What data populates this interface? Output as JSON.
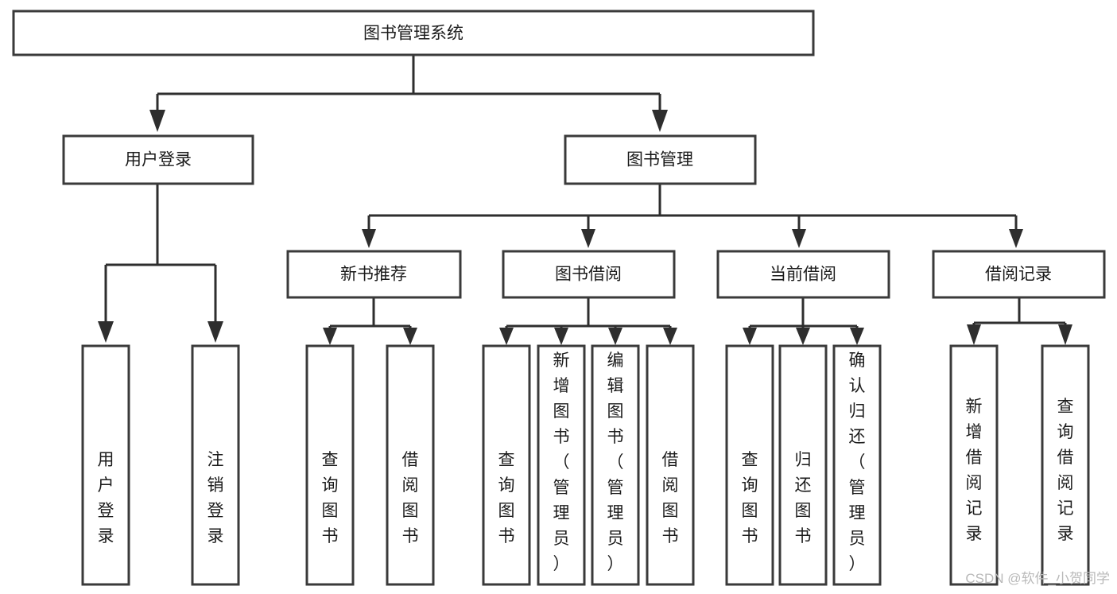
{
  "diagram": {
    "title": "图书管理系统",
    "type": "tree-hierarchy",
    "orientation": "top-down",
    "root": {
      "label": "图书管理系统",
      "orientation": "horizontal"
    },
    "level2": [
      {
        "label": "用户登录",
        "orientation": "horizontal"
      },
      {
        "label": "图书管理",
        "orientation": "horizontal"
      }
    ],
    "level3": [
      {
        "label": "新书推荐",
        "orientation": "horizontal"
      },
      {
        "label": "图书借阅",
        "orientation": "horizontal"
      },
      {
        "label": "当前借阅",
        "orientation": "horizontal"
      },
      {
        "label": "借阅记录",
        "orientation": "horizontal"
      }
    ],
    "leaves": {
      "user_login": [
        {
          "label": "用户登录",
          "orientation": "vertical"
        },
        {
          "label": "注销登录",
          "orientation": "vertical"
        }
      ],
      "new_book_recommend": [
        {
          "label": "查询图书",
          "orientation": "vertical"
        },
        {
          "label": "借阅图书",
          "orientation": "vertical"
        }
      ],
      "book_borrow": [
        {
          "label": "查询图书",
          "orientation": "vertical"
        },
        {
          "label": "新增图书（管理员）",
          "orientation": "vertical"
        },
        {
          "label": "编辑图书（管理员）",
          "orientation": "vertical"
        },
        {
          "label": "借阅图书",
          "orientation": "vertical"
        }
      ],
      "current_borrow": [
        {
          "label": "查询图书",
          "orientation": "vertical"
        },
        {
          "label": "归还图书",
          "orientation": "vertical"
        },
        {
          "label": "确认归还（管理员）",
          "orientation": "vertical"
        }
      ],
      "borrow_record": [
        {
          "label": "新增借阅记录",
          "orientation": "vertical"
        },
        {
          "label": "查询借阅记录",
          "orientation": "vertical"
        }
      ]
    },
    "watermark": "CSDN @软件_小贺同学",
    "colors": {
      "box_fill": "#ffffff",
      "box_stroke": "#3a3a3a",
      "connector": "#2e2e2e",
      "text": "#1b1b1b",
      "watermark": "#b9b9b9",
      "background": "#ffffff"
    }
  }
}
